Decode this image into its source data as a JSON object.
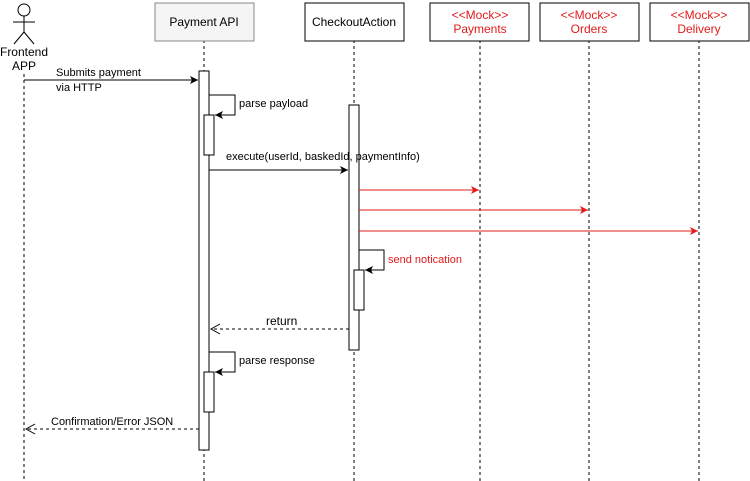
{
  "colors": {
    "black": "#000000",
    "red": "#e21b1b",
    "api_box_fill": "#f5f5f5",
    "api_box_stroke": "#888888"
  },
  "actor": {
    "icon": "stick-figure-icon",
    "label_line1": "Frontend",
    "label_line2": "APP"
  },
  "participants": {
    "payment_api": "Payment API",
    "checkout_action": "CheckoutAction",
    "mock_payments": {
      "stereotype": "<<Mock>>",
      "name": "Payments"
    },
    "mock_orders": {
      "stereotype": "<<Mock>>",
      "name": "Orders"
    },
    "mock_delivery": {
      "stereotype": "<<Mock>>",
      "name": "Delivery"
    }
  },
  "messages": {
    "submit_line1": "Submits payment",
    "submit_line2": "via HTTP",
    "parse_payload": "parse payload",
    "execute": "execute(userId, baskedId, paymentInfo)",
    "send_notification": "send notication",
    "return": "return",
    "parse_response": "parse response",
    "confirmation": "Confirmation/Error JSON"
  }
}
